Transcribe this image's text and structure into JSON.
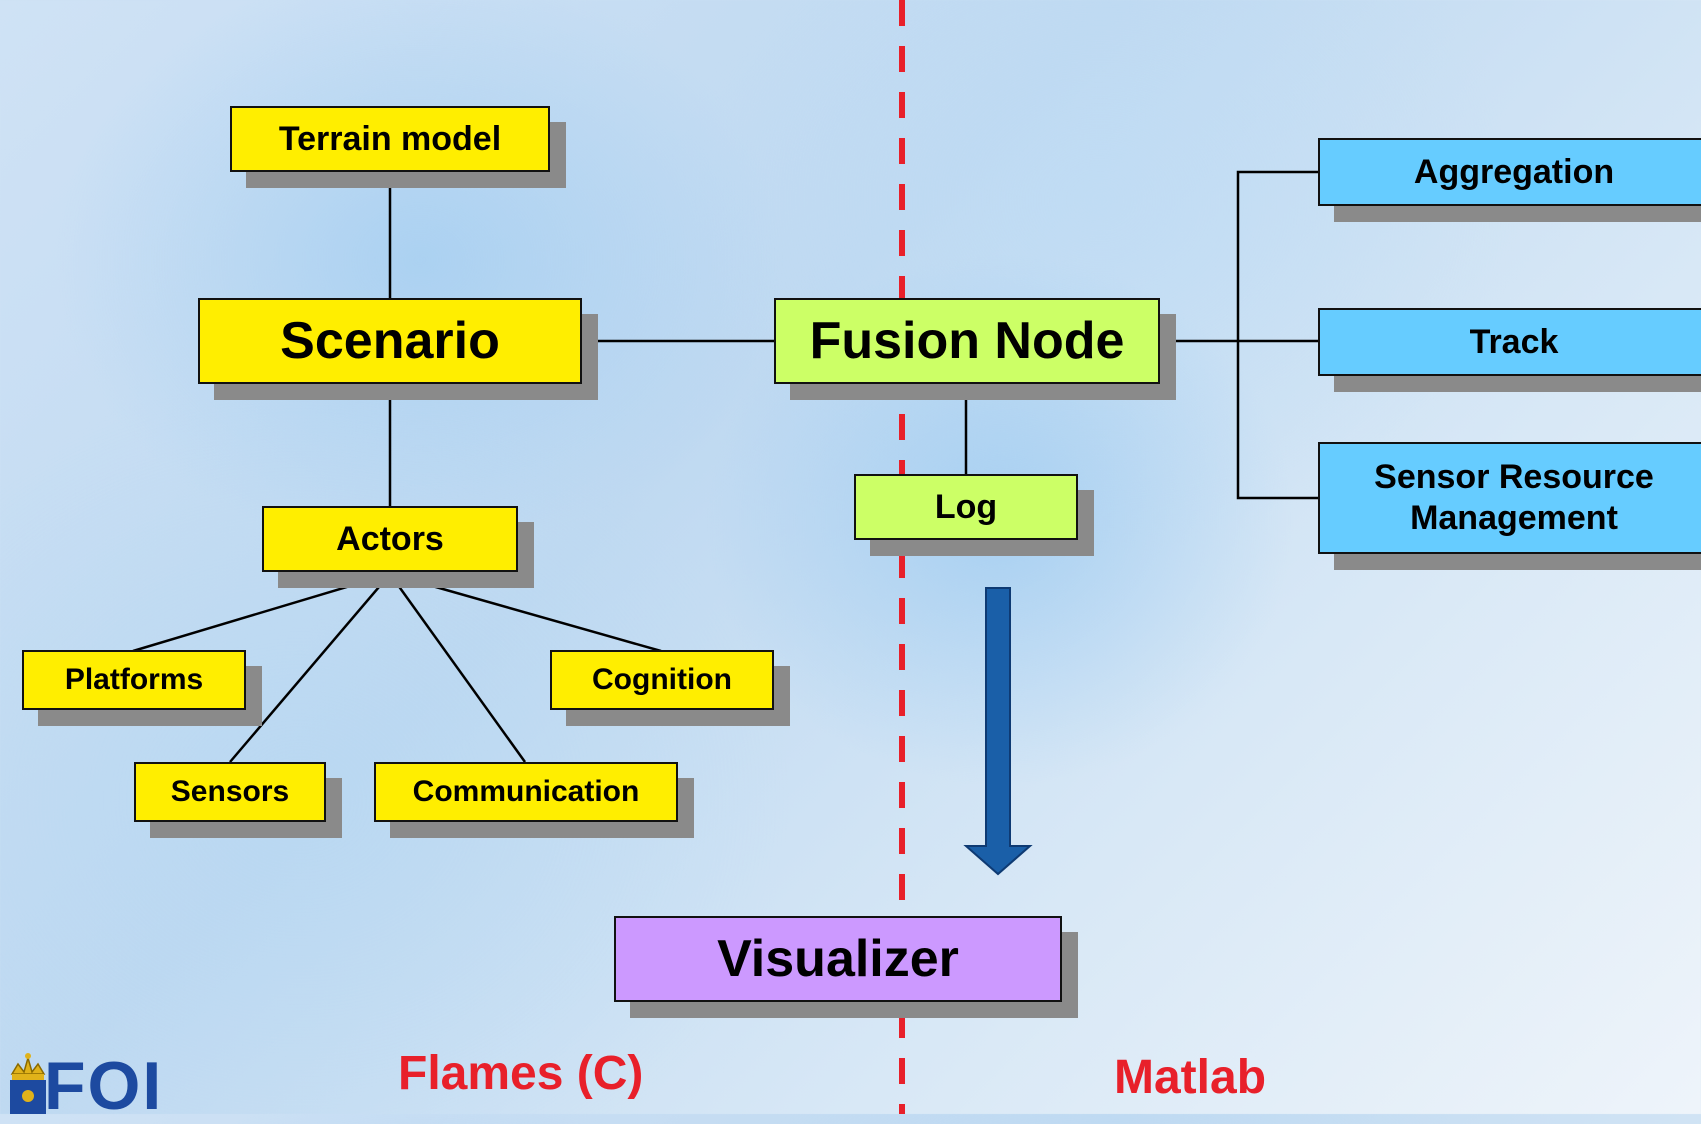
{
  "nodes": {
    "terrain_model": "Terrain model",
    "scenario": "Scenario",
    "actors": "Actors",
    "platforms": "Platforms",
    "sensors": "Sensors",
    "communication": "Communication",
    "cognition": "Cognition",
    "fusion_node": "Fusion Node",
    "log": "Log",
    "aggregation": "Aggregation",
    "track": "Track",
    "sensor_resource_management": "Sensor Resource Management",
    "visualizer": "Visualizer"
  },
  "zones": {
    "left": "Flames (C)",
    "right": "Matlab"
  },
  "logo": "FOI",
  "colors": {
    "yellow_box": "#ffee00",
    "green_box": "#ccff66",
    "blue_box": "#66ccff",
    "purple_box": "#cc99ff",
    "divider": "#e8202a",
    "arrow": "#1a5fa8",
    "zone_label": "#e8202a"
  }
}
